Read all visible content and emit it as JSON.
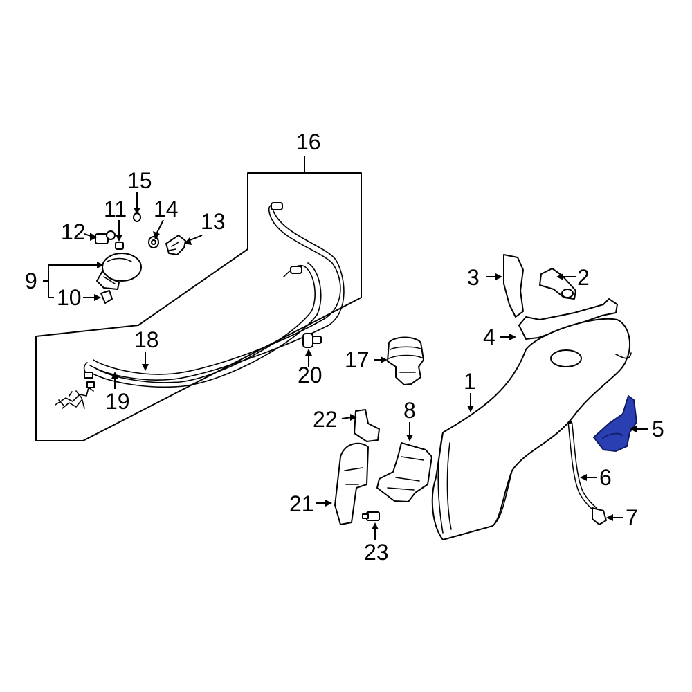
{
  "diagram": {
    "highlight_color": "#2a3fb2",
    "line_color": "#000000",
    "callouts": {
      "c1": "1",
      "c2": "2",
      "c3": "3",
      "c4": "4",
      "c5": "5",
      "c6": "6",
      "c7": "7",
      "c8": "8",
      "c9": "9",
      "c10": "10",
      "c11": "11",
      "c12": "12",
      "c13": "13",
      "c14": "14",
      "c15": "15",
      "c16": "16",
      "c17": "17",
      "c18": "18",
      "c19": "19",
      "c20": "20",
      "c21": "21",
      "c22": "22",
      "c23": "23"
    },
    "highlighted_part": "5"
  }
}
